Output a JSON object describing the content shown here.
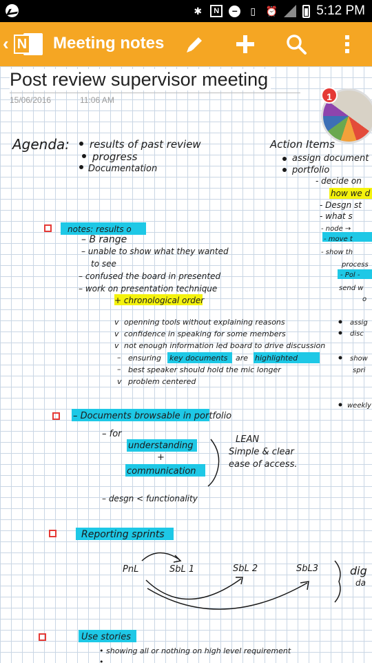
{
  "status_bar": {
    "time": "5:12 PM",
    "icons": [
      "messenger-icon",
      "bluetooth-icon",
      "nfc-icon",
      "do-not-disturb-icon",
      "vibrate-icon",
      "alarm-icon",
      "signal-icon",
      "battery-icon"
    ]
  },
  "toolbar": {
    "title": "Meeting notes",
    "logo_letter": "N",
    "back_glyph": "‹",
    "colors": {
      "bar": "#F5A623"
    }
  },
  "page": {
    "title": "Post review supervisor meeting",
    "date": "15/06/2016",
    "time": "11:06 AM",
    "notification_count": "1"
  },
  "handwriting": {
    "agenda_label": "Agenda:",
    "agenda_items": [
      "results of past review",
      "progress",
      "Documentation"
    ],
    "action_items_label": "Action Items",
    "action_items": [
      "assign document r",
      "portfolio",
      "- decide on",
      "how we d",
      "- Desgn st",
      "- what s",
      "- node →",
      "- move t",
      "- show th",
      "process",
      "- Pol -",
      "send w",
      "o",
      "assig",
      "disc",
      "show",
      "spri",
      "weekly"
    ],
    "notes_header": "notes: results o",
    "notes_lines": [
      "– B range",
      "– unable to show what they wanted",
      "to see",
      "– confused the board in presented",
      "– work on presentation technique",
      "+ chronological order"
    ],
    "feedback": [
      "openning tools without explaining reasons",
      "confidence in speaking for some members",
      "not enough information led board to drive discussion",
      "ensuring",
      "key documents",
      "are",
      "highlighted",
      "best speaker should hold the mic longer",
      "problem centered"
    ],
    "documents_header": "– Documents browsable in portfolio",
    "documents_lines": [
      "– for",
      "understanding",
      "+",
      "communication",
      "LEAN",
      "Simple & clear",
      "ease of access.",
      "– desgn < functionality"
    ],
    "sprints_header": "Reporting sprints",
    "sprint_nodes": [
      "PnL",
      "SbL 1",
      "SbL 2",
      "SbL3",
      "dig",
      "da"
    ],
    "stories_header": "Use stories",
    "stories_lines": [
      "• showing all or nothing on high level requirement",
      "• ..."
    ]
  }
}
